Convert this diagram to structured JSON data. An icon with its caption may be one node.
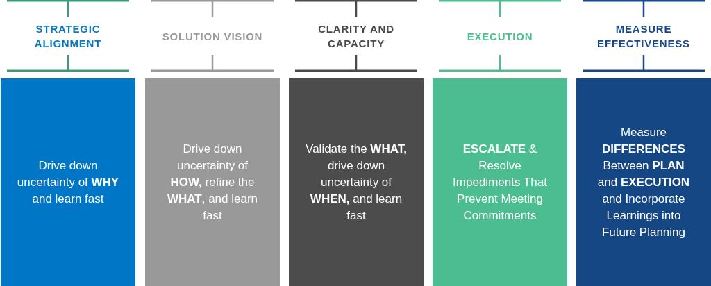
{
  "diagram": {
    "nodes": [
      {
        "text": [
          "STRATEGIC ALIGNMENT",
          "Drive down uncertainty of **WHY** and learn fast"
        ]
      },
      {
        "text": [
          "SOLUTION VISION",
          "Drive down uncertainty of **HOW,** refine the **WHAT**, and learn fast"
        ]
      },
      {
        "text": [
          "CLARITY AND CAPACITY",
          "Validate the **WHAT,** drive down uncertainty of **WHEN,** and learn fast"
        ]
      },
      {
        "text": [
          "EXECUTION",
          "**ESCALATE** & Resolve Impediments That Prevent Meeting Commitments"
        ]
      },
      {
        "text": [
          "MEASURE EFFECTIVENESS",
          "Measure **DIFFERENCES** Between **PLAN** and **EXECUTION** and Incorporate Learnings into Future Planning"
        ]
      }
    ]
  }
}
